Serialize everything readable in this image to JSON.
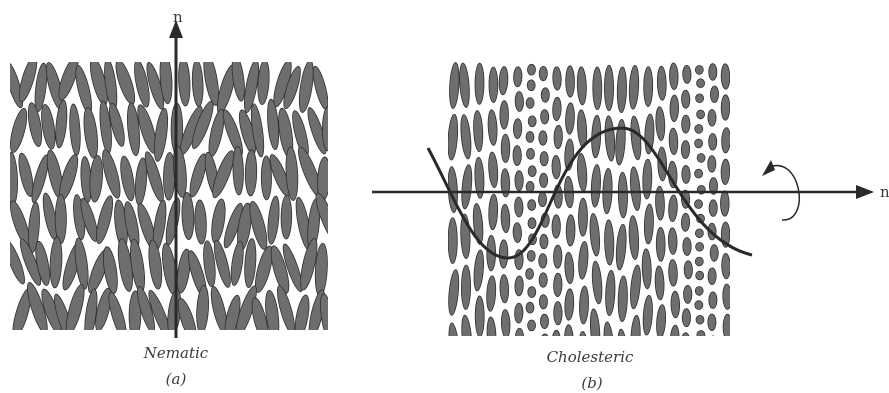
{
  "panels": [
    {
      "id": "a",
      "axis_label": "n",
      "caption": "Nematic",
      "sublabel": "(a)"
    },
    {
      "id": "b",
      "axis_label": "n",
      "caption": "Cholesteric",
      "sublabel": "(b)"
    }
  ],
  "colors": {
    "molecule_fill": "#6e6e6e",
    "molecule_stroke": "#2f2f2f",
    "axis": "#2a2a2a",
    "caption": "#3a3a3a"
  }
}
